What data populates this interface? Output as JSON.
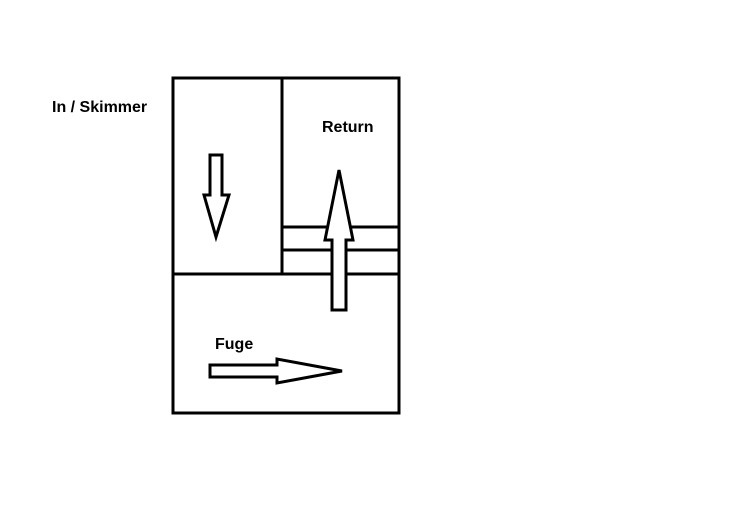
{
  "labels": {
    "inlet": "In / Skimmer",
    "return": "Return",
    "fuge": "Fuge"
  },
  "colors": {
    "background": "#ffffff",
    "ink": "#000000"
  }
}
